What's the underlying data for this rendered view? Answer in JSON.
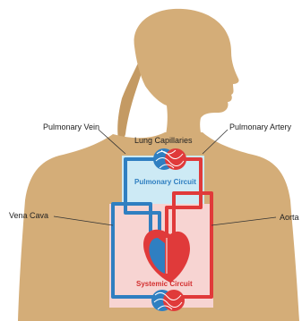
{
  "labels": {
    "pulmonary_vein": "Pulmonary Vein",
    "lung_capillaries": "Lung Capillaries",
    "pulmonary_artery": "Pulmonary Artery",
    "pulmonary_circuit": "Pulmonary Circuit",
    "vena_cava": "Vena Cava",
    "aorta": "Aorta",
    "systemic_circuit": "Systemic Circuit"
  },
  "colors": {
    "skin": "#d4ad78",
    "hair": "#c49a63",
    "oxygenated": "#e03a3a",
    "deoxygenated": "#2f7fc1",
    "pulmonary_region": "#cdeaf5",
    "systemic_region": "#f7d4d2",
    "pulmonary_text": "#2f7fc1",
    "systemic_text": "#d33030"
  }
}
